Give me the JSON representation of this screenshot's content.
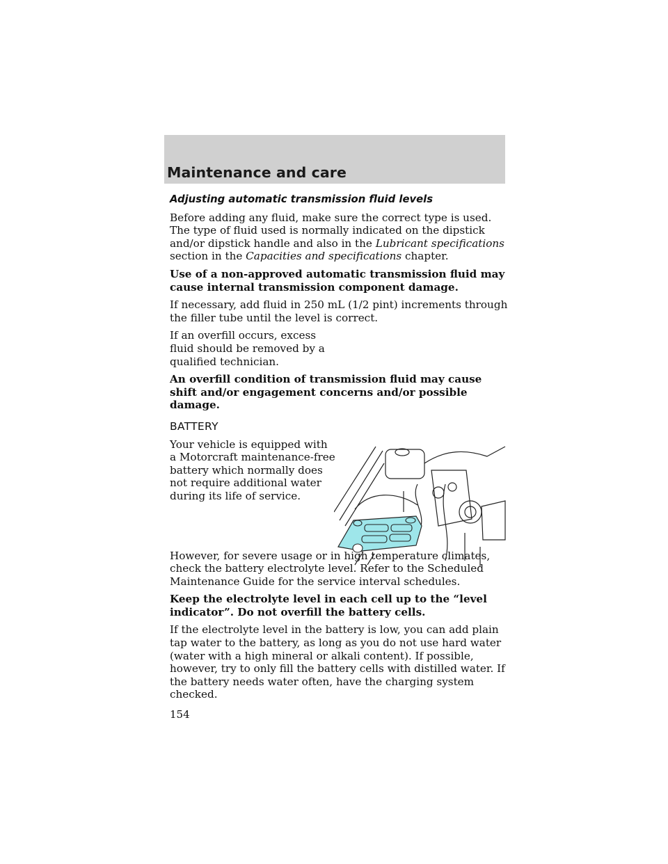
{
  "header": {
    "title": "Maintenance and care"
  },
  "sections": {
    "transmission": {
      "subheading": "Adjusting automatic transmission fluid levels",
      "p1_text_a": "Before adding any fluid, make sure the correct type is used. The type of fluid used is normally indicated on the dipstick and/or dipstick handle and also in the ",
      "p1_italic_a": "Lubricant specifications",
      "p1_text_b": " section in the ",
      "p1_italic_b": "Capacities and specifications",
      "p1_text_c": " chapter.",
      "warning1": "Use of a non-approved automatic transmission fluid may cause internal transmission component damage.",
      "p2": "If necessary, add fluid in 250 mL (1/2 pint) increments through the filler tube until the level is correct.",
      "p3": "If an overfill occurs, excess fluid should be removed by a qualified technician.",
      "warning2": "An overfill condition of transmission fluid may cause shift and/or engagement concerns and/or possible damage."
    },
    "battery": {
      "heading": "BATTERY",
      "p1": "Your vehicle is equipped with a Motorcraft maintenance-free battery which normally does not require additional water during its life of service.",
      "p2": "However, for severe usage or in high temperature climates, check the battery electrolyte level. Refer to the Scheduled Maintenance Guide for the service interval schedules.",
      "warning": "Keep the electrolyte level in each cell up to the “level indicator”. Do not overfill the battery cells.",
      "p3": "If the electrolyte level in the battery is low, you can add plain tap water to the battery, as long as you do not use hard water (water with a high mineral or alkali content). If possible, however, try to only fill the battery cells with distilled water. If the battery needs water often, have the charging system checked."
    }
  },
  "figure": {
    "highlight_color": "#9ee6ea"
  },
  "page_number": "154"
}
